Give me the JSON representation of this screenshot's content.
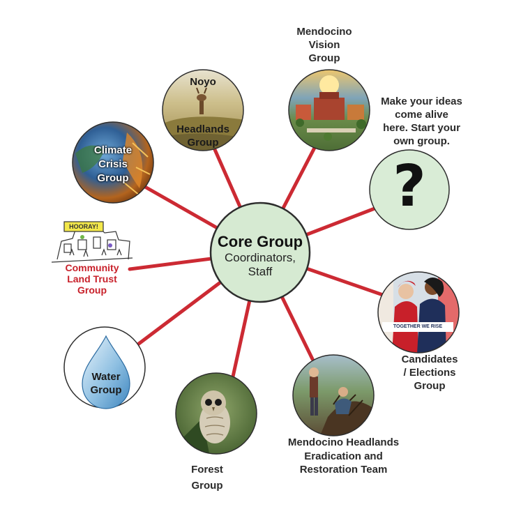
{
  "colors": {
    "spoke": "#cc2a33",
    "core_fill": "#d6ead2",
    "core_stroke": "#2d2d2d",
    "label_red": "#c8202a",
    "question_fill": "#d9ecd6"
  },
  "core": {
    "title": "Core Group",
    "subtitle_line1": "Coordinators,",
    "subtitle_line2": "Staff"
  },
  "groups": {
    "noyo": {
      "line1": "Noyo",
      "line2": "Headlands",
      "line3": "Group"
    },
    "vision": {
      "line1": "Mendocino",
      "line2": "Vision",
      "line3": "Group"
    },
    "new_group": {
      "line1": "Make your ideas",
      "line2": "come alive",
      "line3": "here. Start your",
      "line4": "own group.",
      "symbol": "?"
    },
    "climate": {
      "line1": "Climate",
      "line2": "Crisis",
      "line3": "Group"
    },
    "land_trust": {
      "line1": "Community",
      "line2": "Land Trust",
      "line3": "Group",
      "banner": "HOORAY!"
    },
    "candidates": {
      "line1": "Candidates",
      "line2": "/ Elections",
      "line3": "Group",
      "banner": "TOGETHER WE RISE"
    },
    "water": {
      "line1": "Water",
      "line2": "Group"
    },
    "forest": {
      "line1": "Forest",
      "line2": "Group"
    },
    "eradication": {
      "line1": "Mendocino Headlands",
      "line2": "Eradication and",
      "line3": "Restoration Team"
    }
  }
}
